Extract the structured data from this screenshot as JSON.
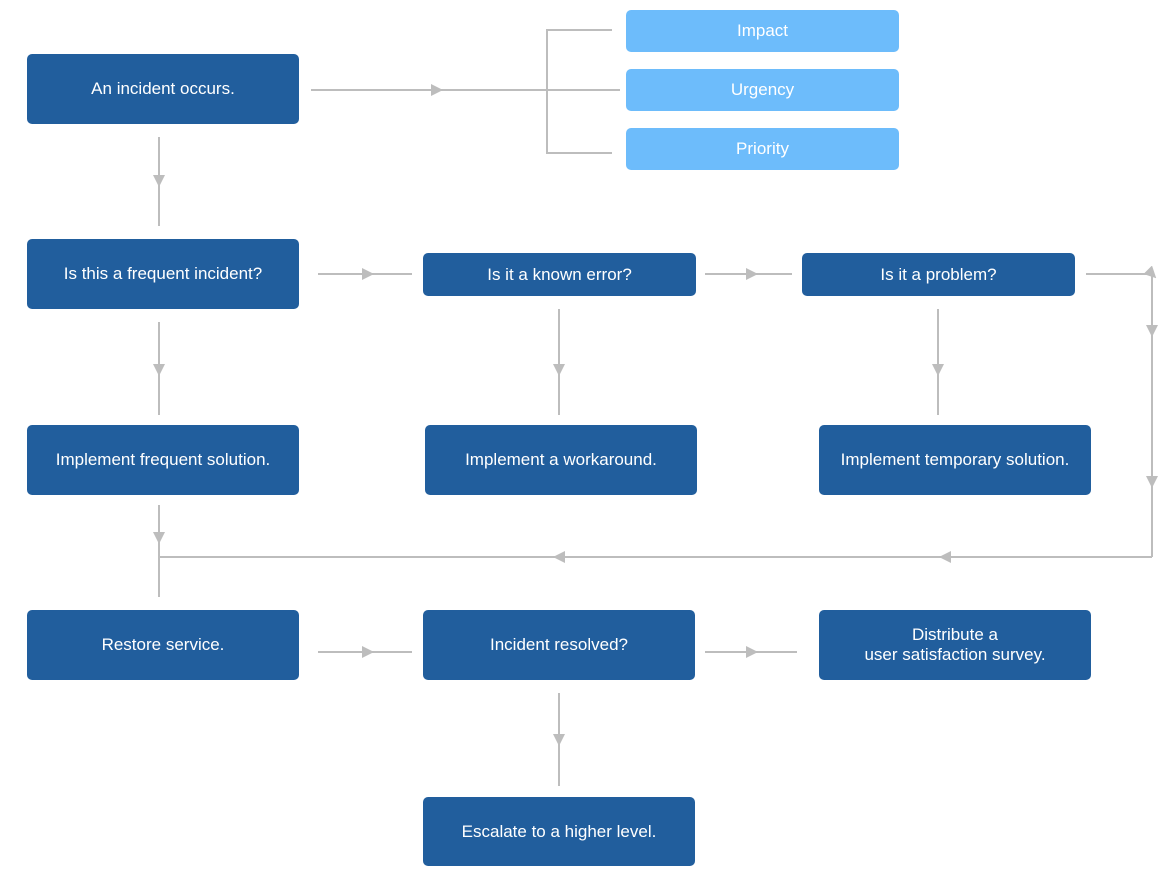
{
  "nodes": {
    "incident_occurs": "An incident occurs.",
    "impact": "Impact",
    "urgency": "Urgency",
    "priority": "Priority",
    "frequent_incident": "Is this a frequent incident?",
    "known_error": "Is it a known error?",
    "is_problem": "Is it a problem?",
    "frequent_solution": "Implement frequent solution.",
    "workaround": "Implement a workaround.",
    "temporary_solution": "Implement temporary solution.",
    "restore_service": "Restore service.",
    "incident_resolved": "Incident resolved?",
    "survey_line1": "Distribute a",
    "survey_line2": "user satisfaction survey.",
    "escalate": "Escalate to a higher level."
  },
  "colors": {
    "node_dark": "#215e9d",
    "node_light": "#6dbcfb",
    "connector": "#bdbdbd",
    "text": "#ffffff"
  }
}
